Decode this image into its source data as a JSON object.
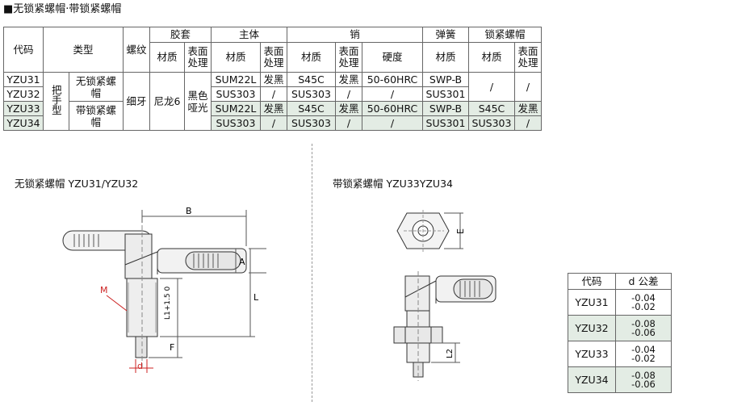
{
  "title": "■无锁紧螺帽·带锁紧螺帽",
  "spec_table": {
    "groups": {
      "code": "代码",
      "type": "类型",
      "thread": "螺纹",
      "sleeve": "胶套",
      "body": "主体",
      "pin": "销",
      "spring": "弹簧",
      "nut": "锁紧螺帽"
    },
    "sub": {
      "material": "材质",
      "surface": "表面处理",
      "hardness": "硬度"
    },
    "codes": [
      "YZU31",
      "YZU32",
      "YZU33",
      "YZU34"
    ],
    "type_main": "把手型",
    "type_no_nut": "无锁紧螺帽",
    "type_with_nut": "带锁紧螺帽",
    "thread": "细牙",
    "sleeve_material": "尼龙6",
    "sleeve_surface": "黑色哑光",
    "body_material": [
      "SUM22L",
      "SUS303",
      "SUM22L",
      "SUS303"
    ],
    "body_surface": [
      "发黑",
      "/",
      "发黑",
      "/"
    ],
    "pin_material": [
      "S45C",
      "SUS303",
      "S45C",
      "SUS303"
    ],
    "pin_surface": [
      "发黑",
      "/",
      "发黑",
      "/"
    ],
    "pin_hardness": [
      "50-60HRC",
      "/",
      "50-60HRC",
      "/"
    ],
    "spring_material": [
      "SWP-B",
      "SUS301",
      "SWP-B",
      "SUS301"
    ],
    "nut_material_12": "/",
    "nut_surface_12": "/",
    "nut_material": [
      "S45C",
      "SUS303"
    ],
    "nut_surface": [
      "发黑",
      "/"
    ]
  },
  "figure_left": {
    "title": "无锁紧螺帽    YZU31/YZU32",
    "labels": {
      "B": "B",
      "A": "A",
      "L": "L",
      "M": "M",
      "L1": "L1+1.5 0",
      "F": "F",
      "d": "d"
    }
  },
  "figure_right": {
    "title": "带锁紧螺帽    YZU33YZU34",
    "labels": {
      "E": "E",
      "L2": "L2"
    }
  },
  "tolerance_table": {
    "headers": [
      "代码",
      "d 公差"
    ],
    "rows": [
      {
        "code": "YZU31",
        "upper": "-0.04",
        "lower": "-0.02"
      },
      {
        "code": "YZU32",
        "upper": "-0.08",
        "lower": "-0.06"
      },
      {
        "code": "YZU33",
        "upper": "-0.04",
        "lower": "-0.02"
      },
      {
        "code": "YZU34",
        "upper": "-0.08",
        "lower": "-0.06"
      }
    ]
  },
  "colors": {
    "highlight_row": "#e3ece4",
    "dim_M": "#cc2222",
    "dim_d": "#cc2222"
  }
}
